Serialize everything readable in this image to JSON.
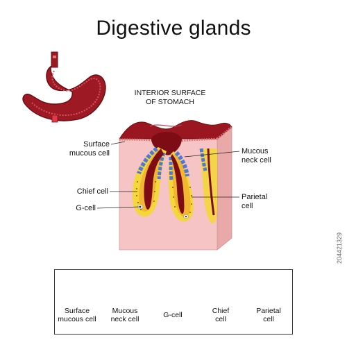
{
  "title": "Digestive glands",
  "subtitle_line1": "INTERIOR SURFACE",
  "subtitle_line2": "OF STOMACH",
  "labels": {
    "surface_mucous_1": "Surface",
    "surface_mucous_2": "mucous cell",
    "mucous_neck_1": "Mucous",
    "mucous_neck_2": "neck cell",
    "chief": "Chief cell",
    "g_cell": "G-cell",
    "parietal_1": "Parietal",
    "parietal_2": "cell"
  },
  "legend": [
    {
      "line1": "Surface",
      "line2": "mucous cell",
      "color": "#f4c6c4"
    },
    {
      "line1": "Mucous",
      "line2": "neck cell",
      "color": "#8fa6e8"
    },
    {
      "line1": "G-cell",
      "line2": "",
      "color": "#ececec"
    },
    {
      "line1": "Chief",
      "line2": "cell",
      "color": "#f2e23a"
    },
    {
      "line1": "Parietal",
      "line2": "cell",
      "color": "#f6a23a"
    }
  ],
  "watermark": "204421329",
  "colors": {
    "tissue_front": "#f5c3c3",
    "tissue_side": "#e9a9a9",
    "lumen": "#8c0e16",
    "lumen_dark": "#5c0509",
    "chief": "#f2dc2a",
    "parietal": "#f39a2a",
    "mucous_neck": "#4f78d8"
  }
}
